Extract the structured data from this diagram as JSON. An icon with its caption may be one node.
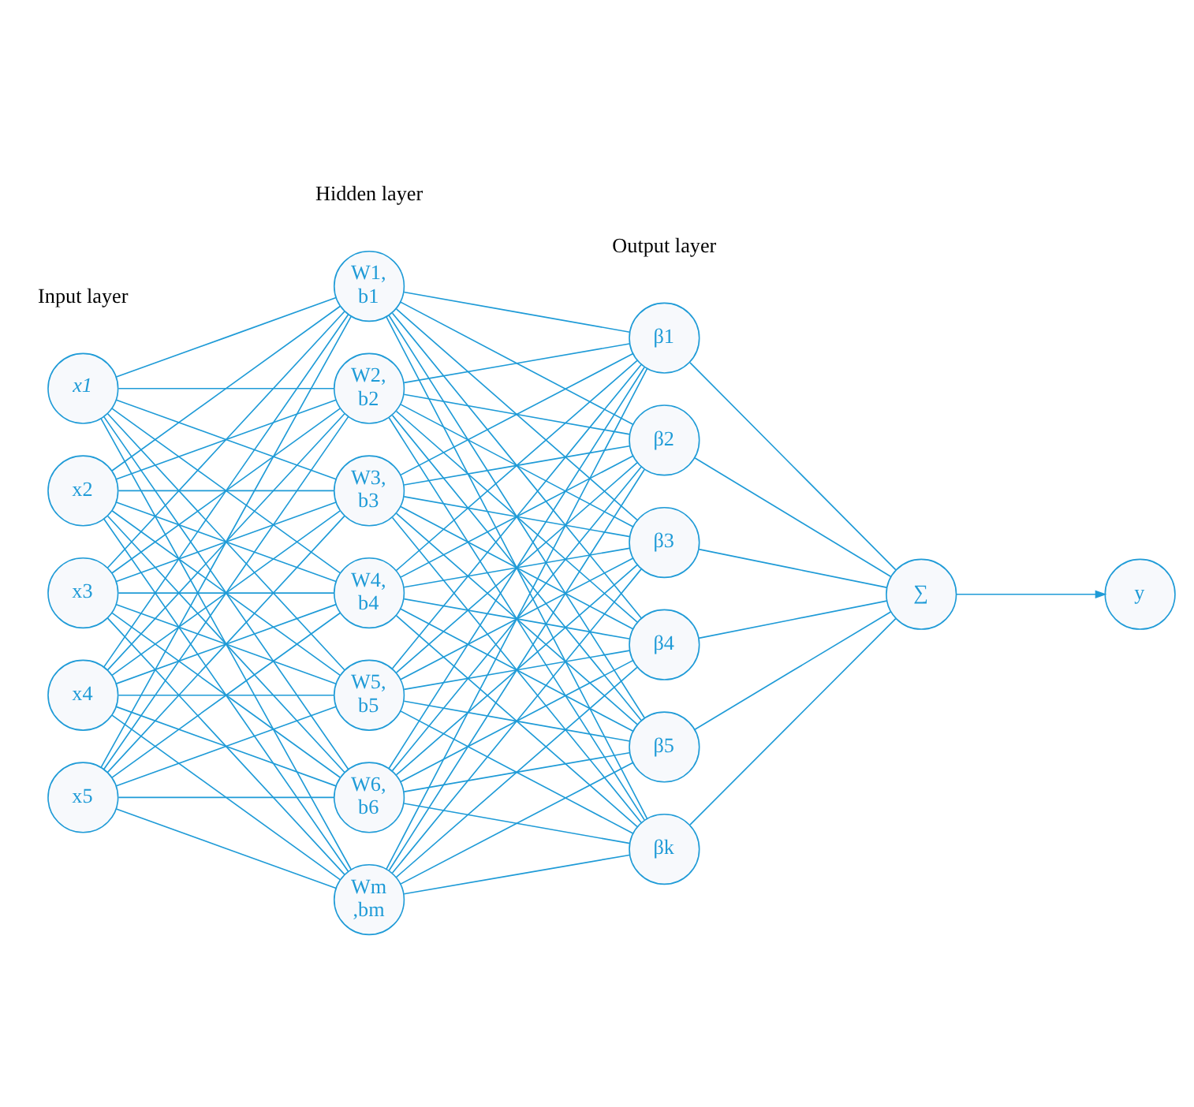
{
  "diagram": {
    "nodes": [
      {
        "text": [
          "x1"
        ]
      },
      {
        "text": [
          "x2"
        ]
      },
      {
        "text": [
          "x3"
        ]
      },
      {
        "text": [
          "x4"
        ]
      },
      {
        "text": [
          "x5"
        ]
      },
      {
        "text": [
          "W1, b1"
        ]
      },
      {
        "text": [
          "W2, b2"
        ]
      },
      {
        "text": [
          "W3, b3"
        ]
      },
      {
        "text": [
          "W4, b4"
        ]
      },
      {
        "text": [
          "W5, b5"
        ]
      },
      {
        "text": [
          "W6, b6"
        ]
      },
      {
        "text": [
          "Wm ,bm"
        ]
      },
      {
        "text": [
          "β1"
        ]
      },
      {
        "text": [
          "β2"
        ]
      },
      {
        "text": [
          "β3"
        ]
      },
      {
        "text": [
          "β4"
        ]
      },
      {
        "text": [
          "β5"
        ]
      },
      {
        "text": [
          "βk"
        ]
      },
      {
        "text": [
          "∑"
        ]
      },
      {
        "text": [
          "y"
        ]
      }
    ],
    "edges": [
      {
        "from": 0,
        "to": 5,
        "arrow": "none"
      },
      {
        "from": 0,
        "to": 6,
        "arrow": "none"
      },
      {
        "from": 0,
        "to": 7,
        "arrow": "none"
      },
      {
        "from": 0,
        "to": 8,
        "arrow": "none"
      },
      {
        "from": 0,
        "to": 9,
        "arrow": "none"
      },
      {
        "from": 0,
        "to": 10,
        "arrow": "none"
      },
      {
        "from": 0,
        "to": 11,
        "arrow": "none"
      },
      {
        "from": 1,
        "to": 5,
        "arrow": "none"
      },
      {
        "from": 1,
        "to": 6,
        "arrow": "none"
      },
      {
        "from": 1,
        "to": 7,
        "arrow": "none"
      },
      {
        "from": 1,
        "to": 8,
        "arrow": "none"
      },
      {
        "from": 1,
        "to": 9,
        "arrow": "none"
      },
      {
        "from": 1,
        "to": 10,
        "arrow": "none"
      },
      {
        "from": 1,
        "to": 11,
        "arrow": "none"
      },
      {
        "from": 2,
        "to": 5,
        "arrow": "none"
      },
      {
        "from": 2,
        "to": 6,
        "arrow": "none"
      },
      {
        "from": 2,
        "to": 7,
        "arrow": "none"
      },
      {
        "from": 2,
        "to": 8,
        "arrow": "none"
      },
      {
        "from": 2,
        "to": 9,
        "arrow": "none"
      },
      {
        "from": 2,
        "to": 10,
        "arrow": "none"
      },
      {
        "from": 2,
        "to": 11,
        "arrow": "none"
      },
      {
        "from": 3,
        "to": 5,
        "arrow": "none"
      },
      {
        "from": 3,
        "to": 6,
        "arrow": "none"
      },
      {
        "from": 3,
        "to": 7,
        "arrow": "none"
      },
      {
        "from": 3,
        "to": 8,
        "arrow": "none"
      },
      {
        "from": 3,
        "to": 9,
        "arrow": "none"
      },
      {
        "from": 3,
        "to": 10,
        "arrow": "none"
      },
      {
        "from": 3,
        "to": 11,
        "arrow": "none"
      },
      {
        "from": 4,
        "to": 5,
        "arrow": "none"
      },
      {
        "from": 4,
        "to": 6,
        "arrow": "none"
      },
      {
        "from": 4,
        "to": 7,
        "arrow": "none"
      },
      {
        "from": 4,
        "to": 8,
        "arrow": "none"
      },
      {
        "from": 4,
        "to": 9,
        "arrow": "none"
      },
      {
        "from": 4,
        "to": 10,
        "arrow": "none"
      },
      {
        "from": 4,
        "to": 11,
        "arrow": "none"
      },
      {
        "from": 5,
        "to": 12,
        "arrow": "none"
      },
      {
        "from": 5,
        "to": 13,
        "arrow": "none"
      },
      {
        "from": 5,
        "to": 14,
        "arrow": "none"
      },
      {
        "from": 5,
        "to": 15,
        "arrow": "none"
      },
      {
        "from": 5,
        "to": 16,
        "arrow": "none"
      },
      {
        "from": 5,
        "to": 17,
        "arrow": "none"
      },
      {
        "from": 6,
        "to": 12,
        "arrow": "none"
      },
      {
        "from": 6,
        "to": 13,
        "arrow": "none"
      },
      {
        "from": 6,
        "to": 14,
        "arrow": "none"
      },
      {
        "from": 6,
        "to": 15,
        "arrow": "none"
      },
      {
        "from": 6,
        "to": 16,
        "arrow": "none"
      },
      {
        "from": 6,
        "to": 17,
        "arrow": "none"
      },
      {
        "from": 7,
        "to": 12,
        "arrow": "none"
      },
      {
        "from": 7,
        "to": 13,
        "arrow": "none"
      },
      {
        "from": 7,
        "to": 14,
        "arrow": "none"
      },
      {
        "from": 7,
        "to": 15,
        "arrow": "none"
      },
      {
        "from": 7,
        "to": 16,
        "arrow": "none"
      },
      {
        "from": 7,
        "to": 17,
        "arrow": "none"
      },
      {
        "from": 8,
        "to": 12,
        "arrow": "none"
      },
      {
        "from": 8,
        "to": 13,
        "arrow": "none"
      },
      {
        "from": 8,
        "to": 14,
        "arrow": "none"
      },
      {
        "from": 8,
        "to": 15,
        "arrow": "none"
      },
      {
        "from": 8,
        "to": 16,
        "arrow": "none"
      },
      {
        "from": 8,
        "to": 17,
        "arrow": "none"
      },
      {
        "from": 9,
        "to": 12,
        "arrow": "none"
      },
      {
        "from": 9,
        "to": 13,
        "arrow": "none"
      },
      {
        "from": 9,
        "to": 14,
        "arrow": "none"
      },
      {
        "from": 9,
        "to": 15,
        "arrow": "none"
      },
      {
        "from": 9,
        "to": 16,
        "arrow": "none"
      },
      {
        "from": 9,
        "to": 17,
        "arrow": "none"
      },
      {
        "from": 10,
        "to": 12,
        "arrow": "none"
      },
      {
        "from": 10,
        "to": 13,
        "arrow": "none"
      },
      {
        "from": 10,
        "to": 14,
        "arrow": "none"
      },
      {
        "from": 10,
        "to": 15,
        "arrow": "none"
      },
      {
        "from": 10,
        "to": 16,
        "arrow": "none"
      },
      {
        "from": 10,
        "to": 17,
        "arrow": "none"
      },
      {
        "from": 11,
        "to": 12,
        "arrow": "none"
      },
      {
        "from": 11,
        "to": 13,
        "arrow": "none"
      },
      {
        "from": 11,
        "to": 14,
        "arrow": "none"
      },
      {
        "from": 11,
        "to": 15,
        "arrow": "none"
      },
      {
        "from": 11,
        "to": 16,
        "arrow": "none"
      },
      {
        "from": 11,
        "to": 17,
        "arrow": "none"
      },
      {
        "from": 12,
        "to": 18,
        "arrow": "none"
      },
      {
        "from": 13,
        "to": 18,
        "arrow": "none"
      },
      {
        "from": 14,
        "to": 18,
        "arrow": "none"
      },
      {
        "from": 15,
        "to": 18,
        "arrow": "none"
      },
      {
        "from": 16,
        "to": 18,
        "arrow": "none"
      },
      {
        "from": 17,
        "to": 18,
        "arrow": "none"
      },
      {
        "from": 18,
        "to": 19,
        "arrow": "to"
      }
    ],
    "labels": [
      "Input layer",
      "Hidden layer",
      "Output layer"
    ]
  }
}
